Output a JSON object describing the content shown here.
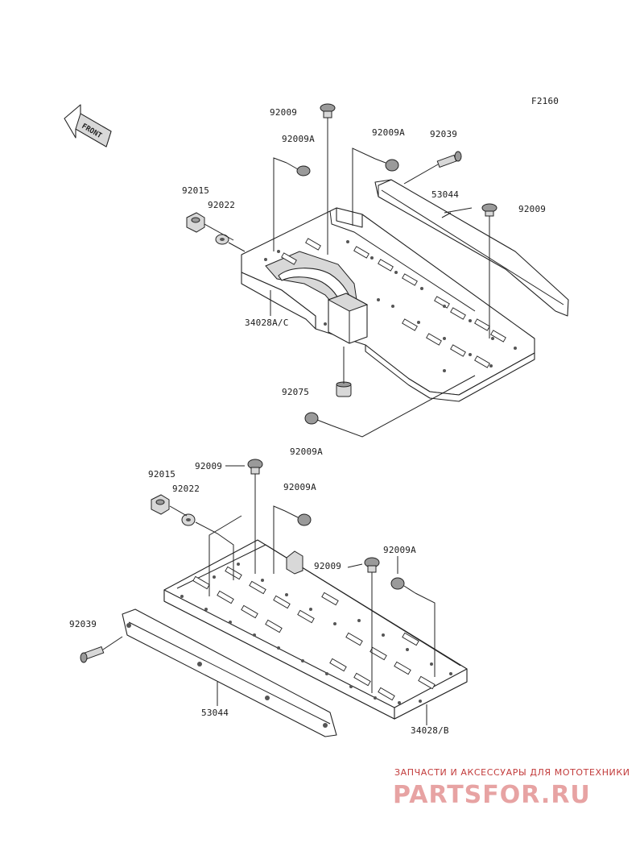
{
  "figure_id": "F2160",
  "front_label": "FRONT",
  "upper": {
    "labels": {
      "p92009_top": "92009",
      "p92009A_left": "92009A",
      "p92009A_mid": "92009A",
      "p92039": "92039",
      "p92015": "92015",
      "p92022": "92022",
      "p53044": "53044",
      "p92009_right": "92009",
      "p34028AC": "34028A/C",
      "p92075": "92075",
      "p92009A_bottom": "92009A"
    }
  },
  "lower": {
    "labels": {
      "p92015": "92015",
      "p92009_top": "92009",
      "p92022": "92022",
      "p92009A_top": "92009A",
      "p92009_mid": "92009",
      "p92009A_right": "92009A",
      "p92039": "92039",
      "p53044": "53044",
      "p34028B": "34028/B"
    }
  },
  "watermark": {
    "caption": "ЗАПЧАСТИ И АКСЕССУАРЫ ДЛЯ МОТОТЕХНИКИ",
    "brand": "PARTSFOR.RU"
  }
}
